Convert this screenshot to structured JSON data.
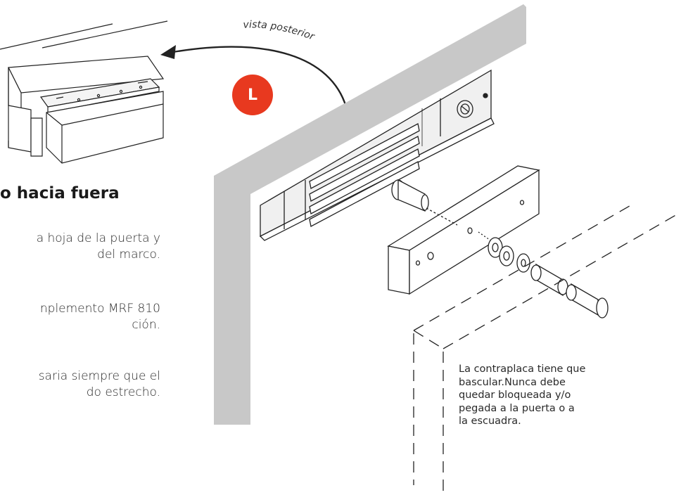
{
  "view_label": "vista posterior",
  "badge_label": "L",
  "section_title": "o hacia fuera",
  "paragraphs": [
    [
      "a hoja de la puerta y",
      "del marco."
    ],
    [
      "nplemento MRF 810",
      "ción."
    ],
    [
      "saria siempre que el",
      "do estrecho."
    ]
  ],
  "note_lines": [
    "La contraplaca tiene que",
    "bascular.Nunca debe",
    "quedar bloqueada y/o",
    "pegada a la puerta o a",
    "la escuadra."
  ],
  "colors": {
    "frame_gray": "#c8c8c8",
    "badge_red": "#e8391f",
    "line": "#222222"
  },
  "icons": [
    "curved-arrow-icon",
    "key-cylinder-icon"
  ]
}
